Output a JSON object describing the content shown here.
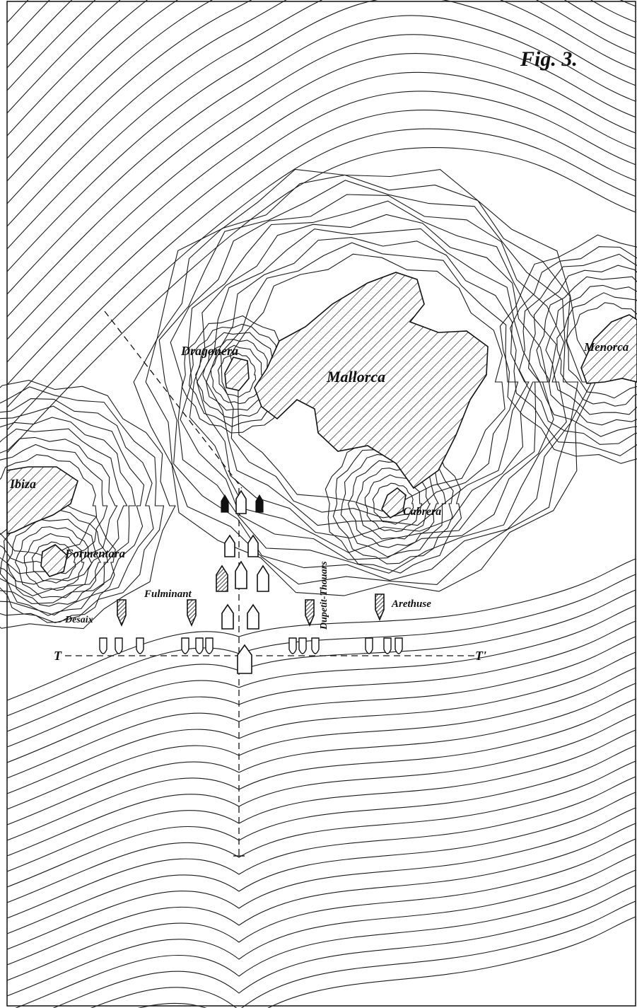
{
  "figure_label": "Fig. 3.",
  "islands": {
    "mallorca": "Mallorca",
    "dragonera": "Dragonera",
    "cabrera": "Cabrera",
    "menorca": "Menorca",
    "ibiza": "Ibiza",
    "formentera": "Formentara"
  },
  "ships": {
    "desaix": "Desaix",
    "fulminant": "Fulminant",
    "dupetit_thouars": "Dupetit-Thouars",
    "arethuse": "Arethuse"
  },
  "line_ends": {
    "left": "T",
    "right": "T'"
  },
  "colors": {
    "ink": "#111111",
    "paper": "#ffffff"
  }
}
